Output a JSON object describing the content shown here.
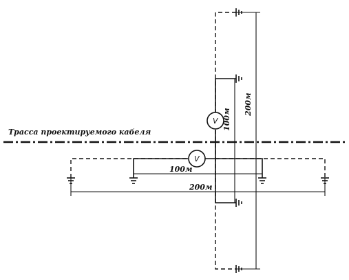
{
  "trace_label": "Трасса проектируемого кабеля",
  "voltmeter_symbol": "V",
  "dimensions": {
    "vertical_near": "100м",
    "vertical_far": "200м",
    "horizontal_near": "100м",
    "horizontal_far": "200м"
  }
}
